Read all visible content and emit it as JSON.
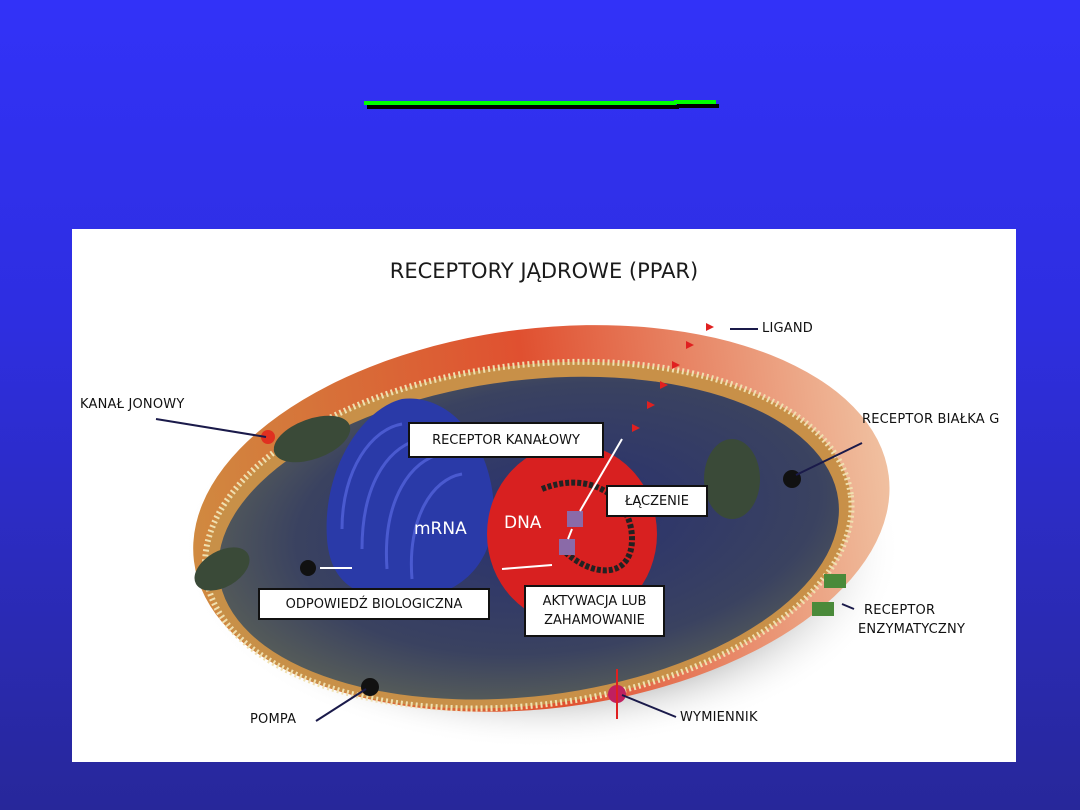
{
  "slide": {
    "accent_line_color": "#00ff00",
    "background_color": "#3232f8"
  },
  "diagram": {
    "title": "RECEPTORY JĄDROWE (PPAR)",
    "labels": {
      "ligand": "LIGAND",
      "ion_channel": "KANAŁ JONOWY",
      "g_protein_receptor": "RECEPTOR BIAŁKA G",
      "channel_receptor": "RECEPTOR KANAŁOWY",
      "binding": "ŁĄCZENIE",
      "mrna": "mRNA",
      "dna": "DNA",
      "biological_response": "ODPOWIEDŹ BIOLOGICZNA",
      "activation_1": "AKTYWACJA LUB",
      "activation_2": "ZAHAMOWANIE",
      "enzyme_receptor_1": "RECEPTOR",
      "enzyme_receptor_2": "ENZYMATYCZNY",
      "pump": "POMPA",
      "exchanger": "WYMIENNIK"
    }
  }
}
